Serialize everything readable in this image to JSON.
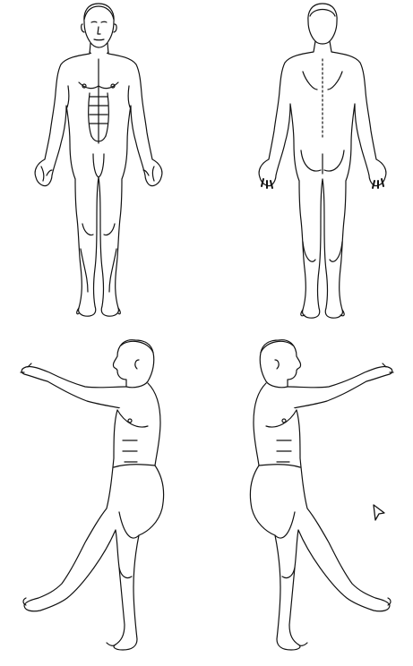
{
  "colors": {
    "background": "#ffffff",
    "line": "#111111",
    "fill": "#ffffff"
  },
  "figures": [
    {
      "view": "front",
      "icon": "body-front-icon"
    },
    {
      "view": "back",
      "icon": "body-back-icon"
    },
    {
      "view": "side-left",
      "icon": "body-side-left-icon"
    },
    {
      "view": "side-right",
      "icon": "body-side-right-icon"
    }
  ],
  "cursor": {
    "icon": "mouse-pointer-icon"
  }
}
